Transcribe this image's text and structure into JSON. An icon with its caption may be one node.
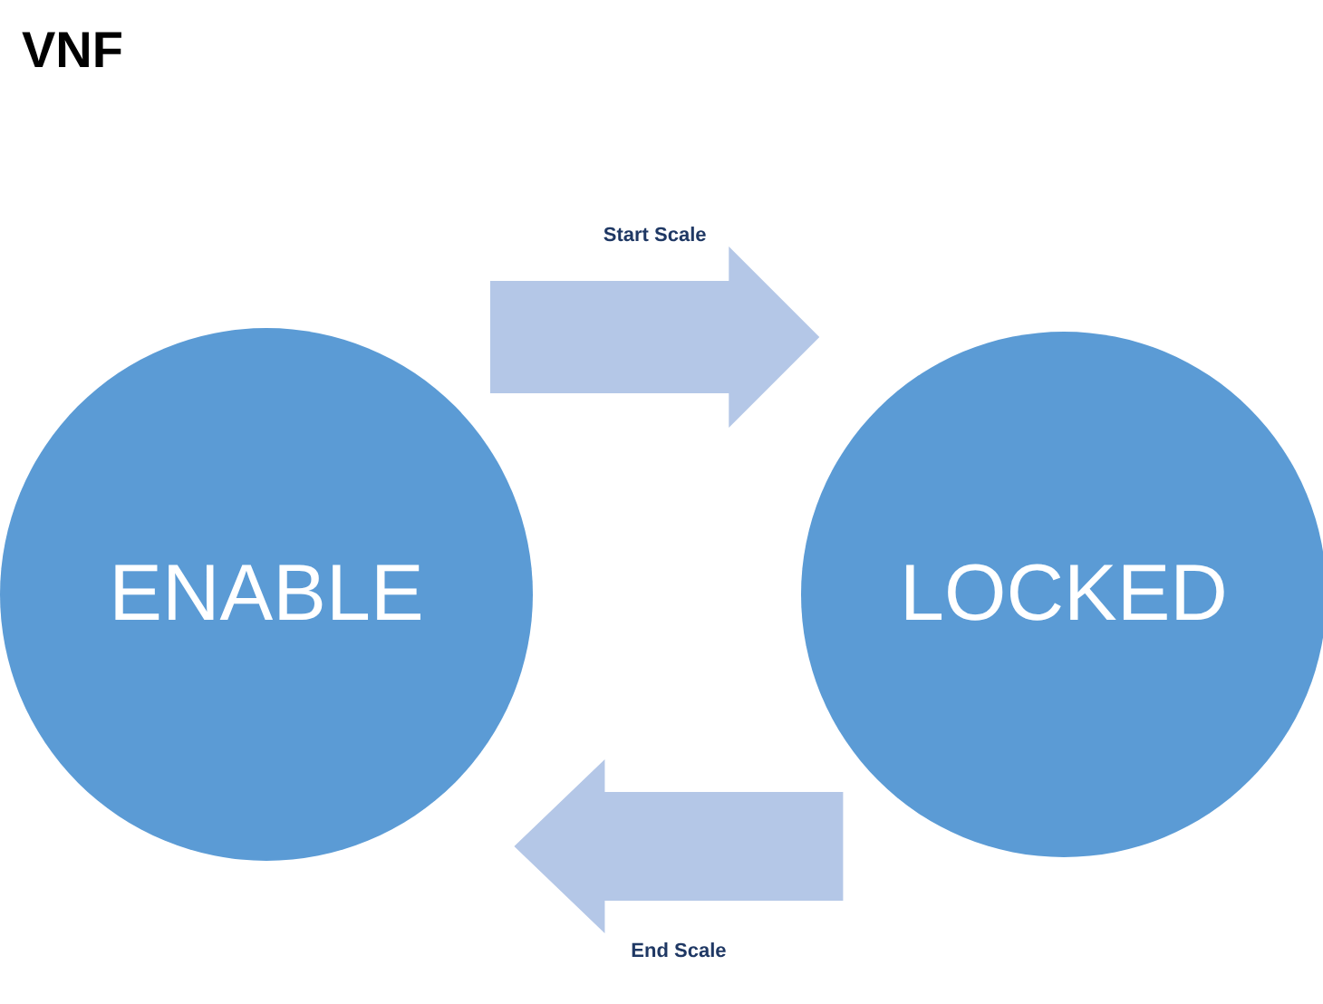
{
  "diagram": {
    "title": "VNF",
    "nodes": [
      {
        "text": [
          "ENABLE"
        ]
      },
      {
        "text": [
          "LOCKED"
        ]
      }
    ],
    "edges": [
      {
        "from": 0,
        "to": 1,
        "arrow": "to",
        "label": "Start Scale"
      },
      {
        "from": 1,
        "to": 0,
        "arrow": "to",
        "label": "End Scale"
      }
    ]
  }
}
